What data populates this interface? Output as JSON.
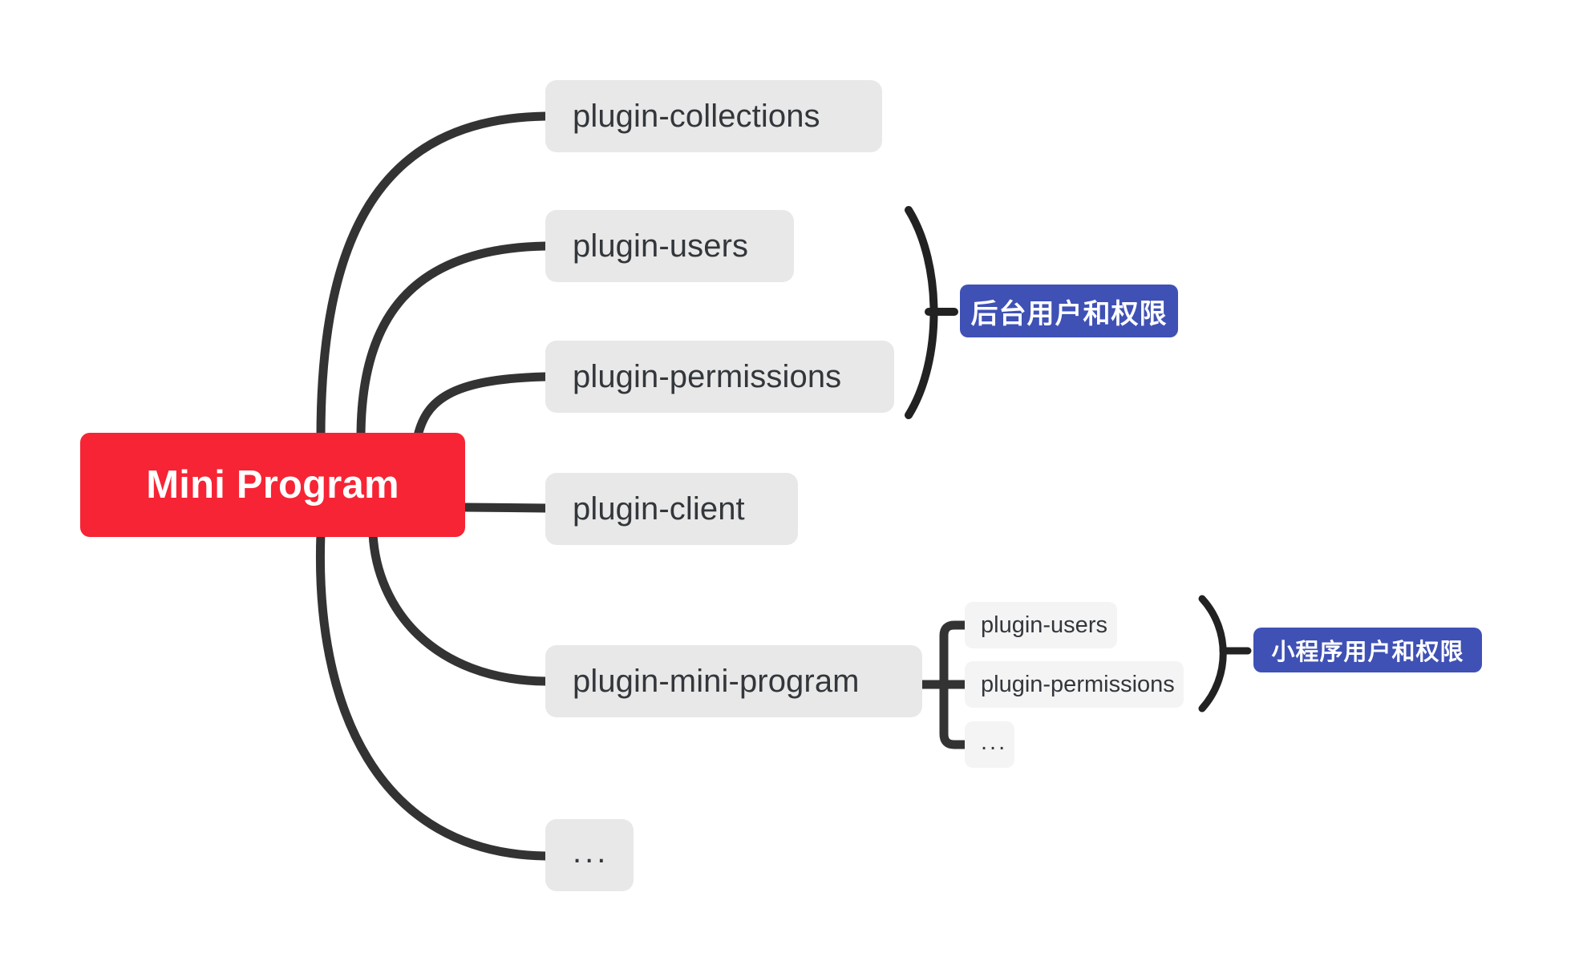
{
  "diagram": {
    "title": "Mini Program plugin architecture mindmap",
    "type": "mindmap",
    "background_color": "#ffffff",
    "colors": {
      "root_fill": "#f62434",
      "root_text": "#ffffff",
      "branch_fill": "#e8e8e8",
      "branch_text": "#33373b",
      "sub_fill": "#f4f4f4",
      "badge_fill": "#3f51b5",
      "badge_text": "#ffffff",
      "edge_stroke": "#333333"
    }
  },
  "root": {
    "label": "Mini Program"
  },
  "branches": [
    {
      "id": "plugin-collections",
      "label": "plugin-collections"
    },
    {
      "id": "plugin-users",
      "label": "plugin-users"
    },
    {
      "id": "plugin-permissions",
      "label": "plugin-permissions"
    },
    {
      "id": "plugin-client",
      "label": "plugin-client"
    },
    {
      "id": "plugin-mini-program",
      "label": "plugin-mini-program"
    },
    {
      "id": "more",
      "label": "..."
    }
  ],
  "sub_branches": [
    {
      "id": "sub-plugin-users",
      "label": "plugin-users"
    },
    {
      "id": "sub-plugin-permissions",
      "label": "plugin-permissions"
    },
    {
      "id": "sub-more",
      "label": "..."
    }
  ],
  "badges": [
    {
      "id": "admin-users-permissions",
      "label": "后台用户和权限",
      "groups": [
        "plugin-users",
        "plugin-permissions"
      ]
    },
    {
      "id": "miniprogram-users-permissions",
      "label": "小程序用户和权限",
      "groups": [
        "plugin-users",
        "plugin-permissions",
        "..."
      ]
    }
  ]
}
